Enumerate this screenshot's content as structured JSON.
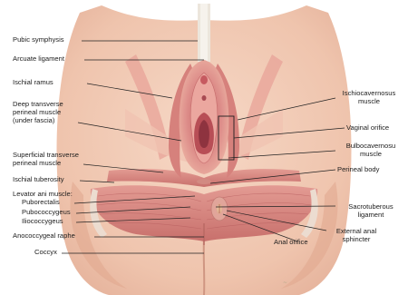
{
  "labels": {
    "pubic_symphysis": "Pubic symphysis",
    "arcuate_ligament": "Arcuate ligament",
    "ischial_ramus": "Ischial ramus",
    "deep_transverse_1": "Deep transverse",
    "deep_transverse_2": "perineal muscle",
    "deep_transverse_3": "(under fascia)",
    "superficial_transverse_1": "Superficial transverse",
    "superficial_transverse_2": "perineal muscle",
    "ischial_tuberosity": "Ischial tuberosity",
    "levator_ani": "Levator ani muscle:",
    "puborectalis": "Puborectalis",
    "pubococcygeus": "Pubococcygeus",
    "iliococcygeus": "Iliococcygeus",
    "anococcygeal_raphe": "Anococcygeal raphe",
    "coccyx": "Coccyx",
    "ischiocavernosus_1": "Ischiocavernosus",
    "ischiocavernosus_2": "muscle",
    "vaginal_orifice": "Vaginal orifice",
    "bulbocavernosus_1": "Bulbocavernosu",
    "bulbocavernosus_2": "muscle",
    "perineal_body": "Perineal body",
    "sacrotuberous_1": "Sacrotuberous",
    "sacrotuberous_2": "ligament",
    "external_anal_1": "External anal",
    "external_anal_2": "sphincter",
    "anal_orifice": "Anal orifice"
  },
  "colors": {
    "skin": "#f2cdb8",
    "skin_shadow": "#e3ab93",
    "muscle": "#d98a86",
    "muscle_dark": "#b65f5f",
    "ligament": "#ece6dc",
    "leader": "#222222"
  }
}
